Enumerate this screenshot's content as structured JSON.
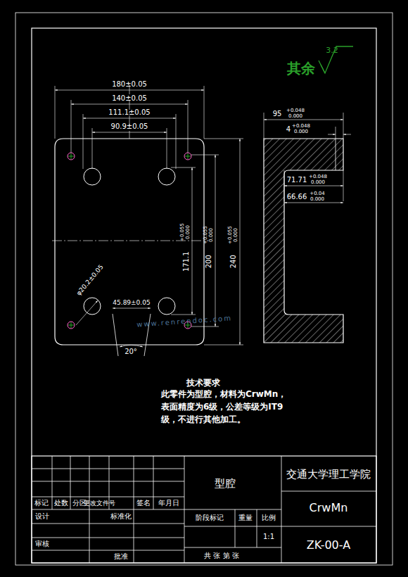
{
  "diagram": {
    "labels": [
      "其余",
      "3.2",
      "180±0.05",
      "140±0.05",
      "111.1±0.05",
      "90.9±0.05",
      "171.1",
      "+0.055",
      "0.000",
      "200",
      "+0.055",
      "0.000",
      "240",
      "+0.055",
      "0.000",
      "95",
      "+0.048",
      "0.000",
      "4",
      "+0.048",
      "0.000",
      "71.71",
      "+0.048",
      "0.000",
      "66.66",
      "+0.04",
      "0.000",
      "φ20.2±0.05",
      "45.89±0.05",
      "20°",
      "www.renrendoc.com",
      "技术要求",
      "此零件为型腔，材料为CrwMn，表面精度为6级，公差等级为IT9级，不进行其他加工。",
      "标记",
      "处数",
      "分区",
      "更改文件号",
      "签名",
      "年月日",
      "设计",
      "标准化",
      "审核",
      "批准",
      "型腔",
      "阶段标记",
      "重量",
      "比例",
      "1:1",
      "共 张 第 张",
      "交通大学理工学院",
      "CrwMn",
      "ZK-00-A"
    ]
  }
}
